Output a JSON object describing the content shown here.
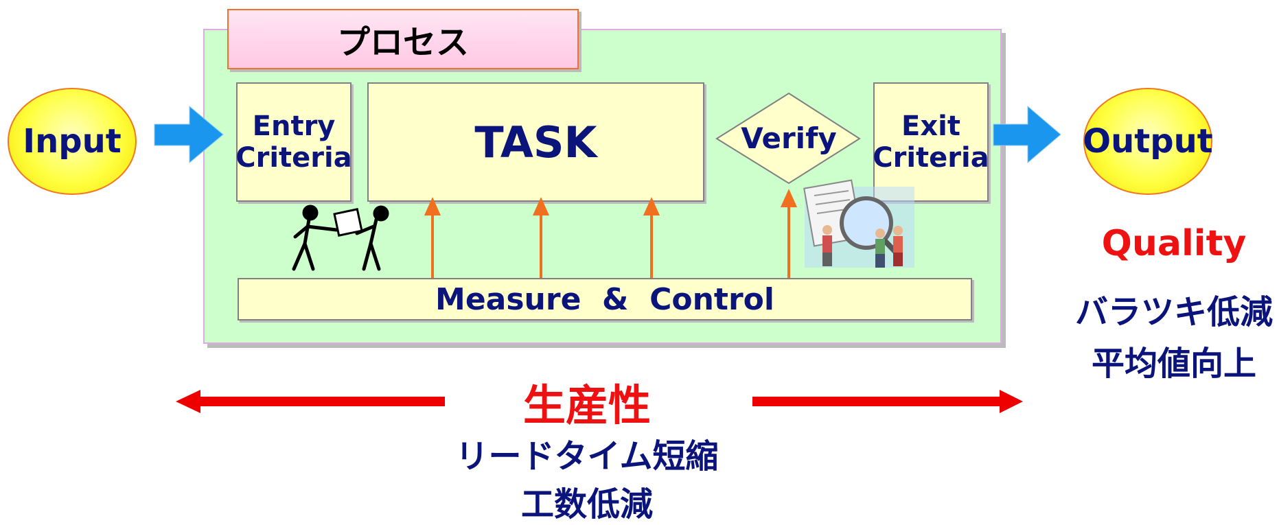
{
  "process": {
    "title": "プロセス"
  },
  "input": {
    "label": "Input"
  },
  "output": {
    "label": "Output"
  },
  "entry": {
    "line1": "Entry",
    "line2": "Criteria"
  },
  "task": {
    "label": "TASK"
  },
  "verify": {
    "label": "Verify"
  },
  "exit": {
    "line1": "Exit",
    "line2": "Criteria"
  },
  "measure": {
    "label": "Measure  &  Control"
  },
  "quality": {
    "title": "Quality",
    "line1": "バラツキ低減",
    "line2": "平均値向上"
  },
  "productivity": {
    "title": "生産性",
    "line1": "リードタイム短縮",
    "line2": "工数低減"
  },
  "colors": {
    "navy_text": "#0a147a",
    "red_text": "#ee1111",
    "process_bg": "#ccffcc",
    "box_bg": "#ffffcc",
    "blue_arrow": "#1a96ee",
    "orange_arrow": "#f07020",
    "red_arrow": "#ee0000"
  }
}
